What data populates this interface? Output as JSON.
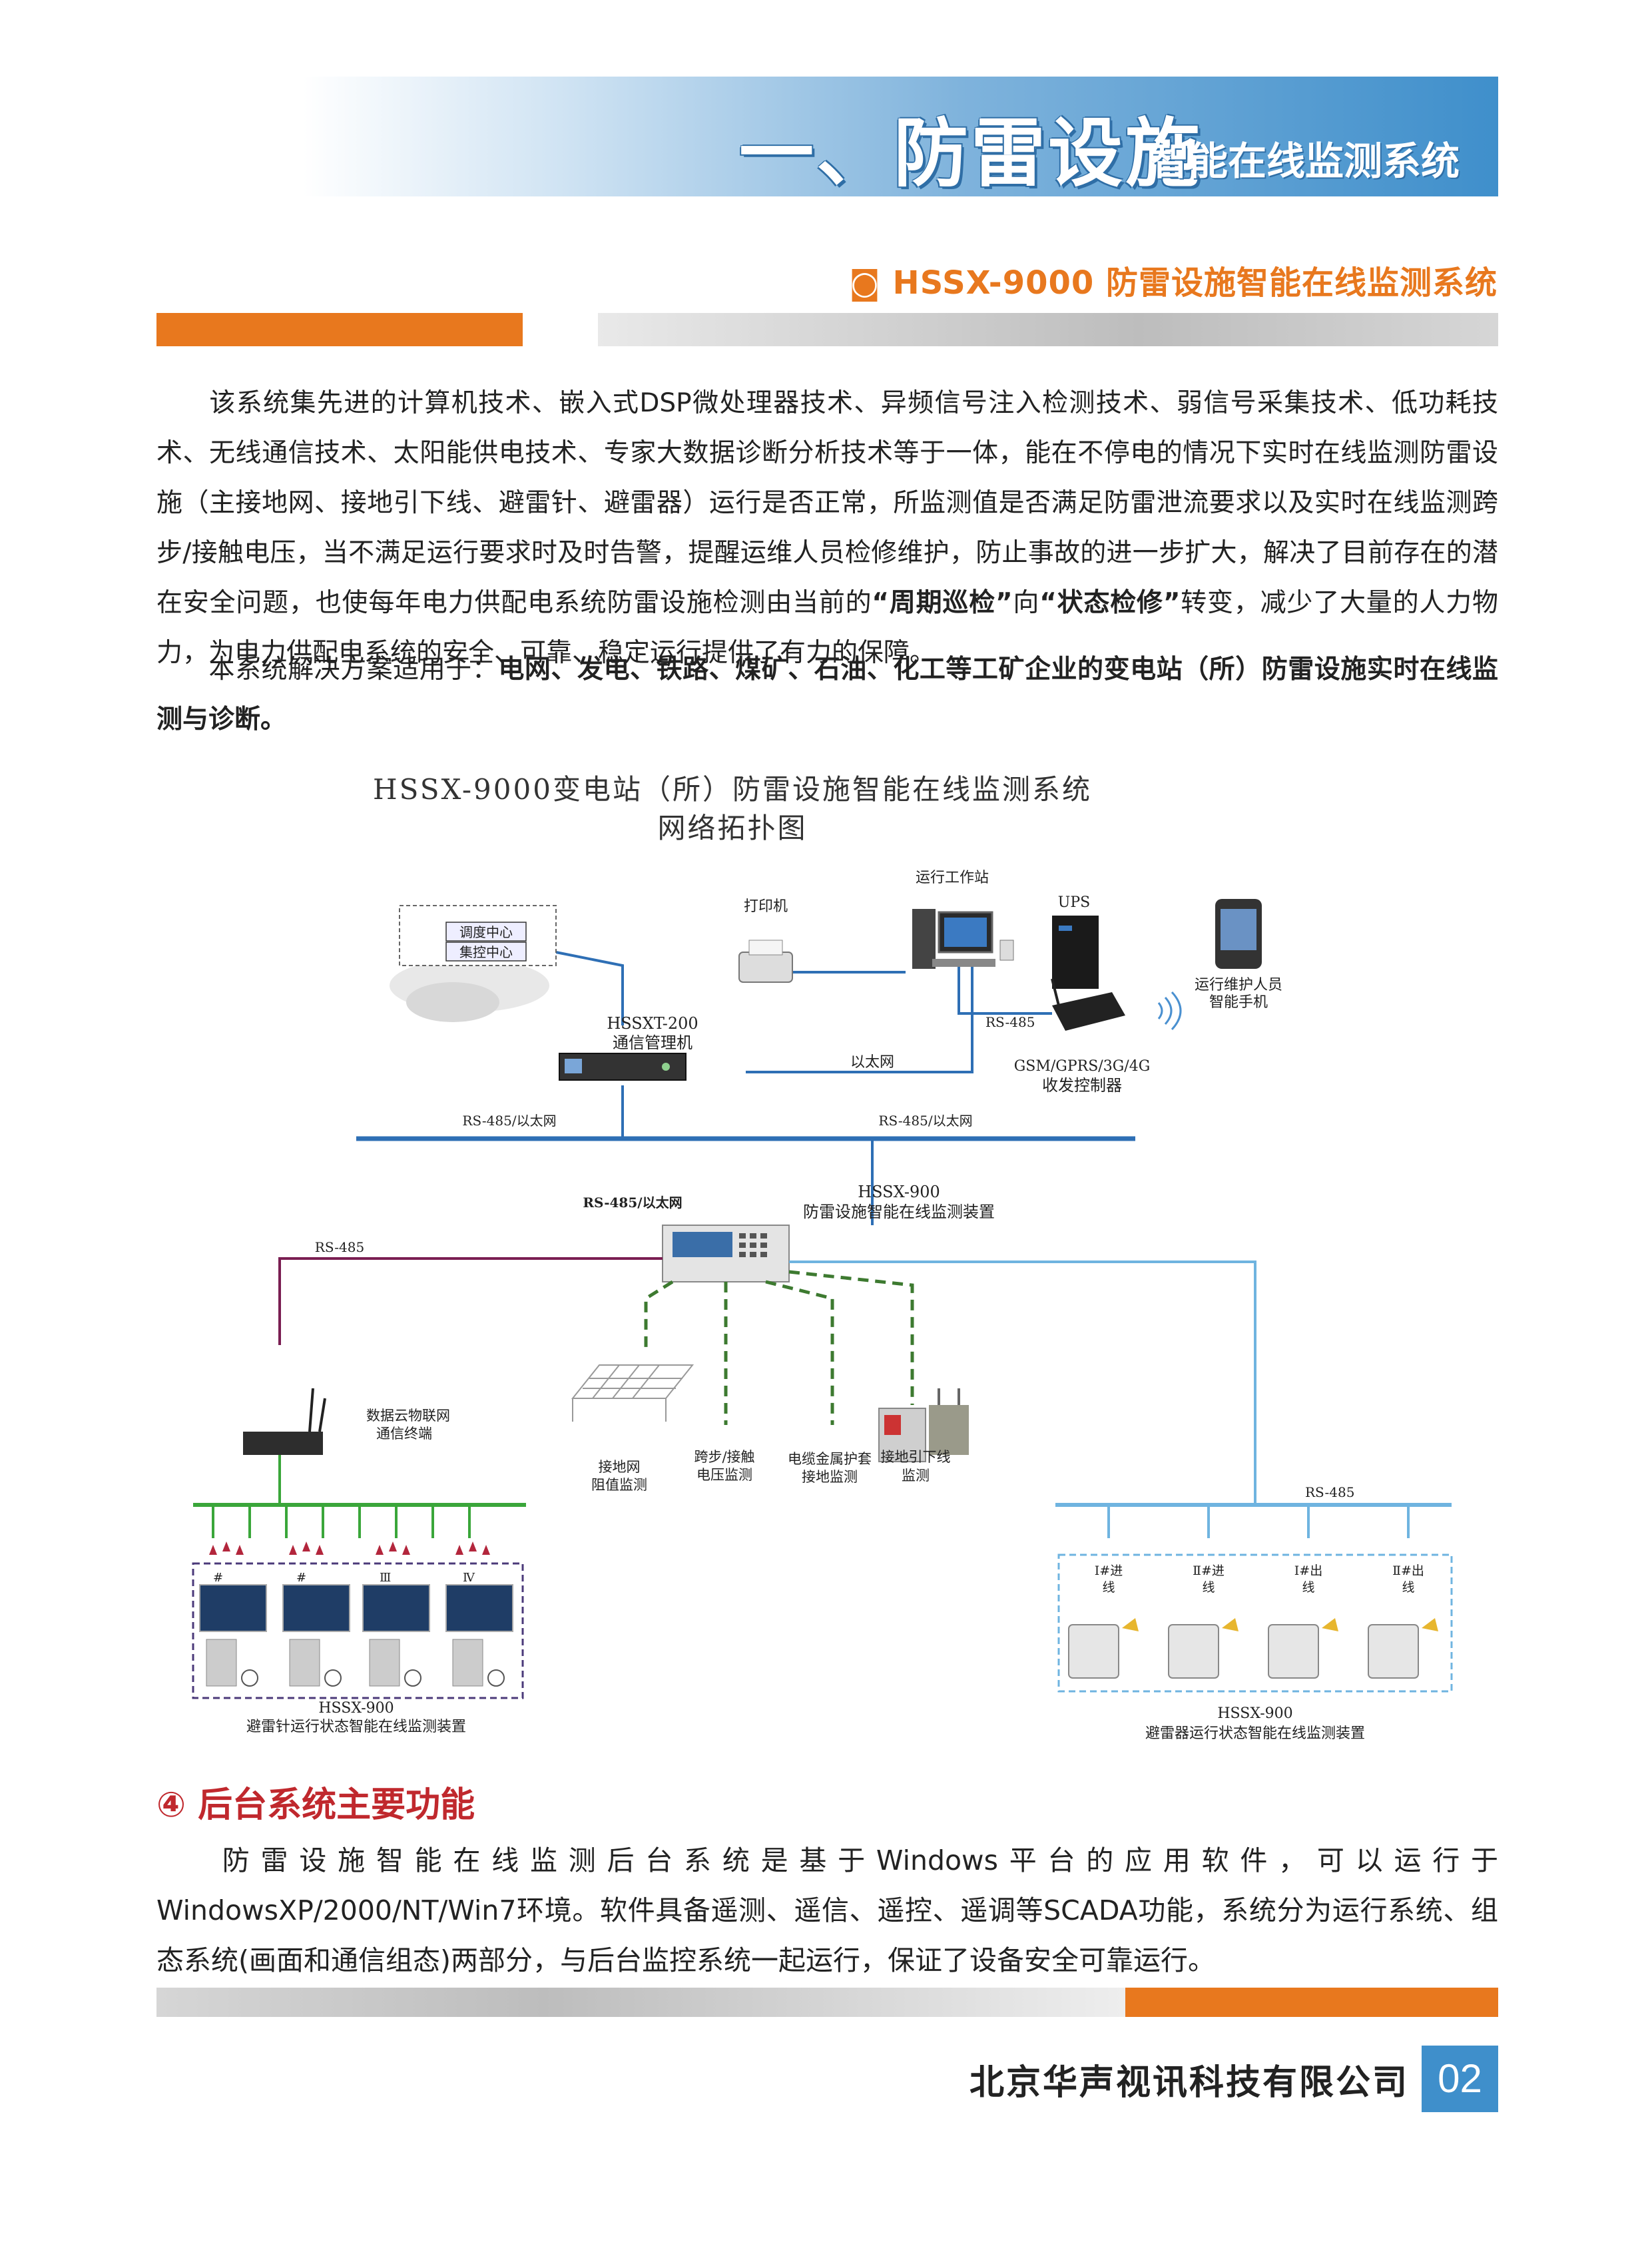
{
  "header": {
    "title": "一、防雷设施",
    "subtitle": "智能在线监测系统"
  },
  "section": {
    "title": "◙  HSSX-9000 防雷设施智能在线监测系统"
  },
  "intro": {
    "p1_a": "该系统集先进的计算机技术、嵌入式DSP微处理器技术、异频信号注入检测技术、弱信号采集技术、低功耗技术、无线通信技术、太阳能供电技术、专家大数据诊断分析技术等于一体，能在不停电的情况下实时在线监测防雷设施（主接地网、接地引下线、避雷针、避雷器）运行是否正常，所监测值是否满足防雷泄流要求以及实时在线监测跨步/接触电压，当不满足运行要求时及时告警，提醒运维人员检修维护，防止事故的进一步扩大，解决了目前存在的潜在安全问题，也使每年电力供配电系统防雷设施检测由当前的",
    "p1_bold1": "“周期巡检”",
    "p1_b": "向",
    "p1_bold2": "“状态检修”",
    "p1_c": "转变，减少了大量的人力物力，为电力供配电系统的安全、可靠、稳定运行提供了有力的保障。",
    "p2_a": "本系统解决方案适用于：",
    "p2_bold": "电网、发电、铁路、煤矿、石油、化工等工矿企业的变电站（所）防雷设施实时在线监测与诊断。"
  },
  "diagram": {
    "title1": "HSSX-9000变电站（所）防雷设施智能在线监测系统",
    "title2": "网络拓扑图",
    "dispatch1": "调度中心",
    "dispatch2": "集控中心",
    "printer": "打印机",
    "workstation": "运行工作站",
    "ups": "UPS",
    "phone1": "运行维护人员",
    "phone2": "智能手机",
    "comm1": "HSSXT-200",
    "comm2": "通信管理机",
    "rs485_a": "RS-485",
    "ethernet": "以太网",
    "gsm1": "GSM/GPRS/3G/4G",
    "gsm2": "收发控制器",
    "bus_left": "RS-485/以太网",
    "bus_right": "RS-485/以太网",
    "dev_link": "RS-485/以太网",
    "dev1": "HSSX-900",
    "dev2": "防雷设施智能在线监测装置",
    "rs485_left": "RS-485",
    "iot1": "数据云物联网",
    "iot2": "通信终端",
    "grid1": "接地网",
    "grid2": "阻值监测",
    "step1": "跨步/接触",
    "step2": "电压监测",
    "cable1": "电缆金属护套",
    "cable2": "接地监测",
    "down1": "接地引下线",
    "down2": "监测",
    "rs485_right": "RS-485",
    "line1a": "Ⅰ#进",
    "line1b": "线",
    "line2a": "Ⅱ#进",
    "line2b": "线",
    "line3a": "Ⅰ#出",
    "line3b": "线",
    "line4a": "Ⅱ#出",
    "line4b": "线",
    "rod_tag1": "#",
    "rod_tag2": "#",
    "rod_tag3": "Ⅲ",
    "rod_tag4": "Ⅳ",
    "rod1": "HSSX-900",
    "rod2": "避雷针运行状态智能在线监测装置",
    "arr1": "HSSX-900",
    "arr2": "避雷器运行状态智能在线监测装置"
  },
  "section4": {
    "title": "④  后台系统主要功能",
    "text": "防雷设施智能在线监测后台系统是基于Windows平台的应用软件，可以运行于WindowsXP/2000/NT/Win7环境。软件具备遥测、遥信、遥控、遥调等SCADA功能，系统分为运行系统、组态系统(画面和通信组态)两部分，与后台监控系统一起运行，保证了设备安全可靠运行。"
  },
  "footer": {
    "company": "北京华声视讯科技有限公司",
    "page": "02"
  }
}
